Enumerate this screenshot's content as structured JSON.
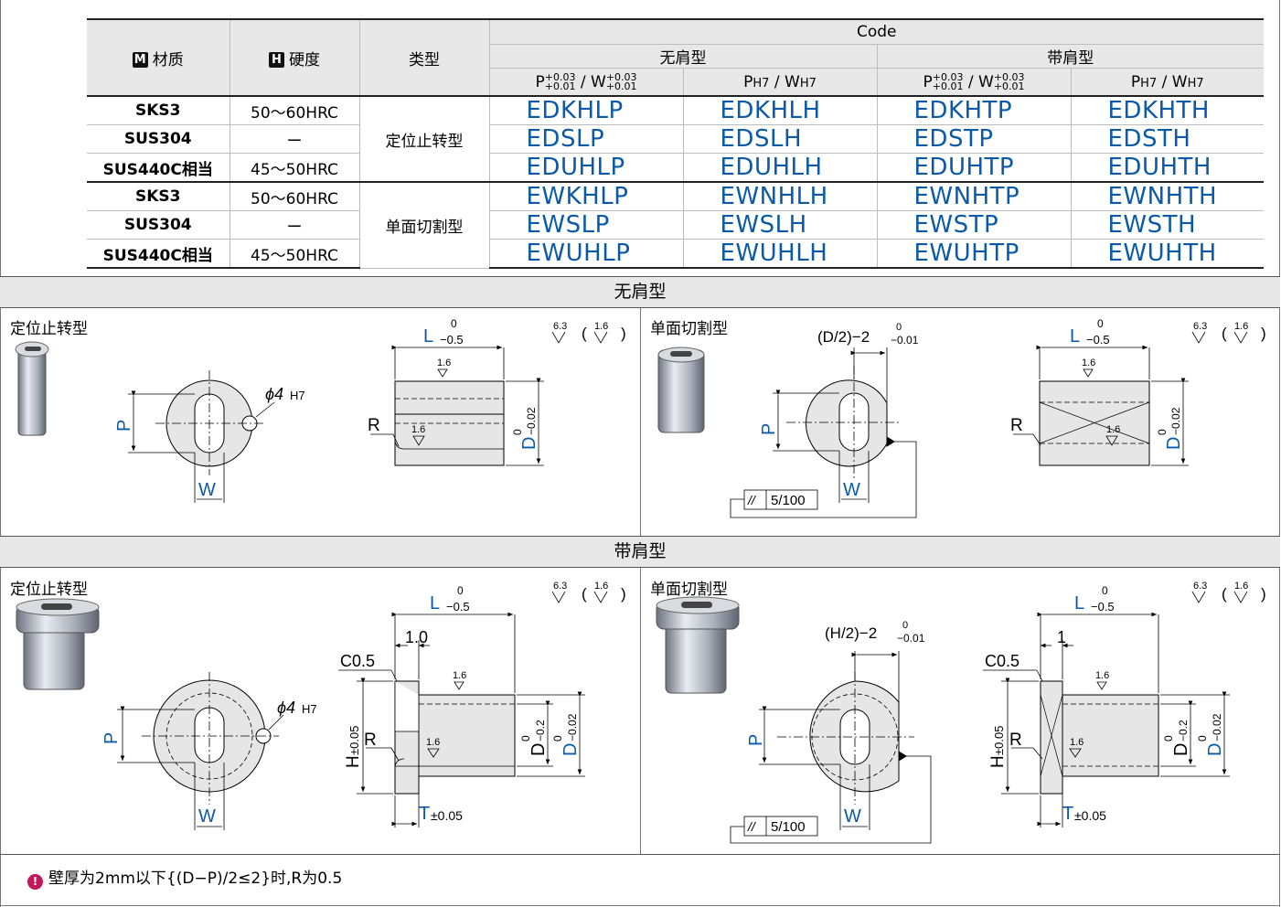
{
  "table": {
    "header": {
      "material": "材质",
      "material_badge": "M",
      "hardness": "硬度",
      "hardness_badge": "H",
      "type": "类型",
      "code": "Code",
      "no_shoulder": "无肩型",
      "with_shoulder": "带肩型",
      "col_tol_a_p": "P",
      "col_tol_a_w": "W",
      "col_tol_plus": "+0.03",
      "col_tol_minus": "+0.01",
      "col_h7_p": "P",
      "col_h7_w": "W",
      "h7": "H7",
      "slash": " / "
    },
    "groups": [
      {
        "type": "定位止转型",
        "rows": [
          {
            "material": "SKS3",
            "hardness": "50～60HRC",
            "codes": [
              "EDKHLP",
              "EDKHLH",
              "EDKHTP",
              "EDKHTH"
            ]
          },
          {
            "material": "SUS304",
            "hardness": "ー",
            "codes": [
              "EDSLP",
              "EDSLH",
              "EDSTP",
              "EDSTH"
            ]
          },
          {
            "material": "SUS440C相当",
            "hardness": "45～50HRC",
            "codes": [
              "EDUHLP",
              "EDUHLH",
              "EDUHTP",
              "EDUHTH"
            ]
          }
        ]
      },
      {
        "type": "单面切割型",
        "rows": [
          {
            "material": "SKS3",
            "hardness": "50～60HRC",
            "codes": [
              "EWKHLP",
              "EWNHLH",
              "EWNHTP",
              "EWNHTH"
            ]
          },
          {
            "material": "SUS304",
            "hardness": "ー",
            "codes": [
              "EWSLP",
              "EWSLH",
              "EWSTP",
              "EWSTH"
            ]
          },
          {
            "material": "SUS440C相当",
            "hardness": "45～50HRC",
            "codes": [
              "EWUHLP",
              "EWUHLH",
              "EWUHTP",
              "EWUHTH"
            ]
          }
        ]
      }
    ]
  },
  "sections": {
    "no_shoulder_title": "无肩型",
    "with_shoulder_title": "带肩型",
    "positioning_type": "定位止转型",
    "one_side_cut_type": "单面切割型"
  },
  "dims": {
    "L": "L",
    "L_tol_upper": "0",
    "L_tol_lower": "−0.5",
    "P": "P",
    "W": "W",
    "D": "D",
    "H": "H",
    "R": "R",
    "T": "T",
    "T_tol": "±0.05",
    "H_tol": "±0.05",
    "phi4": "ϕ4",
    "h7": "H7",
    "rough_16": "1.6",
    "rough_63": "6.3",
    "D2_expr": "(D/2)−2",
    "H2_expr": "(H/2)−2",
    "half_tol_upper": "0",
    "half_tol_lower": "−0.01",
    "D_tol_upper": "0",
    "D_tol_lower": "−0.02",
    "D_tol_lower2": "−0.2",
    "parallel": "//",
    "parallel_val": "5/100",
    "c05": "C0.5",
    "one_0": "1.0",
    "one": "1"
  },
  "note": {
    "text": "壁厚为2mm以下{(D−P)/2≤2}时,R为0.5",
    "icon": "warning-icon"
  },
  "colors": {
    "code_blue": "#0b5aa9",
    "dim_blue": "#0b5aa9",
    "header_gray": "#e8e8e8",
    "note_pink": "#c2185b"
  }
}
